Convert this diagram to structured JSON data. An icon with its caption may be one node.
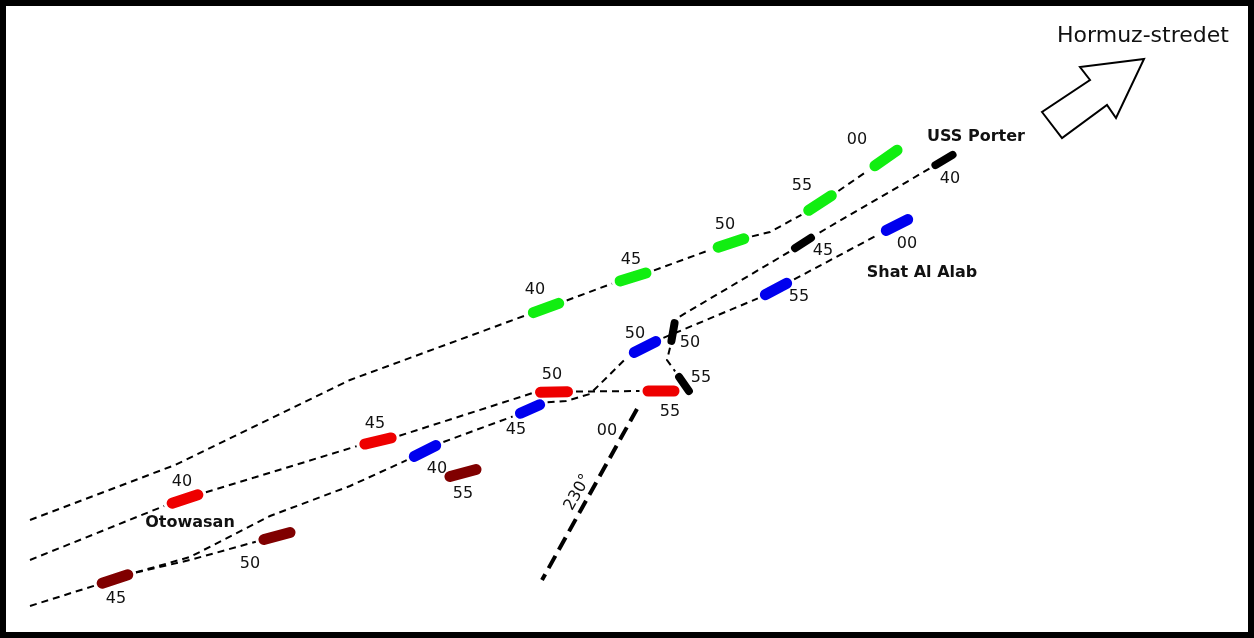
{
  "diagram": {
    "nodes": [
      {
        "text": [],
        "shape": "bar",
        "beside": [
          "00"
        ]
      },
      {
        "text": [],
        "shape": "bar",
        "beside": [
          "40"
        ]
      },
      {
        "text": [],
        "shape": "bar",
        "beside": [
          "55"
        ]
      },
      {
        "text": [],
        "shape": "bar",
        "beside": [
          "00"
        ]
      },
      {
        "text": [],
        "shape": "bar",
        "beside": [
          "50"
        ]
      },
      {
        "text": [],
        "shape": "bar",
        "beside": [
          "45"
        ]
      },
      {
        "text": [],
        "shape": "bar",
        "beside": [
          "45"
        ]
      },
      {
        "text": [],
        "shape": "bar",
        "beside": [
          "55"
        ]
      },
      {
        "text": [],
        "shape": "bar",
        "beside": [
          "40"
        ]
      },
      {
        "text": [],
        "shape": "bar",
        "beside": [
          "50"
        ]
      },
      {
        "text": [],
        "shape": "bar",
        "beside": [
          "50"
        ]
      },
      {
        "text": [],
        "shape": "bar",
        "beside": [
          "50"
        ]
      },
      {
        "text": [],
        "shape": "bar",
        "beside": [
          "55"
        ]
      },
      {
        "text": [],
        "shape": "bar",
        "beside": [
          "55"
        ]
      },
      {
        "text": [],
        "shape": "bar",
        "beside": [
          "45"
        ]
      },
      {
        "text": [],
        "shape": "bar",
        "beside": [
          "45"
        ]
      },
      {
        "text": [],
        "shape": "bar",
        "beside": [
          "40"
        ]
      },
      {
        "text": [],
        "shape": "bar",
        "beside": [
          "55"
        ]
      },
      {
        "text": [],
        "shape": "bar",
        "beside": [
          "40"
        ]
      },
      {
        "text": [],
        "shape": "bar",
        "beside": [
          "50"
        ]
      },
      {
        "text": [],
        "shape": "bar",
        "beside": [
          "45"
        ]
      }
    ],
    "edges": [
      {
        "from": null,
        "to": 8,
        "arrow": "none",
        "style": "dashed"
      },
      {
        "from": 8,
        "to": 6,
        "arrow": "none",
        "style": "dashed"
      },
      {
        "from": 6,
        "to": 4,
        "arrow": "none",
        "style": "dashed"
      },
      {
        "from": 4,
        "to": 2,
        "arrow": "none",
        "style": "dashed"
      },
      {
        "from": 2,
        "to": 0,
        "arrow": "none",
        "style": "dashed"
      },
      {
        "from": null,
        "to": 18,
        "arrow": "none",
        "style": "dashed"
      },
      {
        "from": 18,
        "to": 15,
        "arrow": "none",
        "style": "dashed"
      },
      {
        "from": 15,
        "to": 11,
        "arrow": "none",
        "style": "dashed"
      },
      {
        "from": 11,
        "to": 12,
        "arrow": "none",
        "style": "dashed"
      },
      {
        "from": null,
        "to": 20,
        "arrow": "none",
        "style": "dashed"
      },
      {
        "from": 20,
        "to": 19,
        "arrow": "none",
        "style": "dashed"
      },
      {
        "from": 20,
        "to": 16,
        "arrow": "none",
        "style": "dashed"
      },
      {
        "from": 16,
        "to": 14,
        "arrow": "none",
        "style": "dashed"
      },
      {
        "from": 14,
        "to": 10,
        "arrow": "none",
        "style": "dashed"
      },
      {
        "from": 10,
        "to": 7,
        "arrow": "none",
        "style": "dashed"
      },
      {
        "from": 7,
        "to": 3,
        "arrow": "none",
        "style": "dashed"
      },
      {
        "from": 1,
        "to": 5,
        "arrow": "none",
        "style": "dashed"
      },
      {
        "from": 5,
        "to": 9,
        "arrow": "none",
        "style": "dashed"
      },
      {
        "from": 9,
        "to": 13,
        "arrow": "none",
        "style": "dashed"
      }
    ],
    "labels": [
      "Hormuz-stredet",
      "USS Porter",
      "Shat Al Alab",
      "00",
      "230°",
      "Otowasan"
    ]
  }
}
